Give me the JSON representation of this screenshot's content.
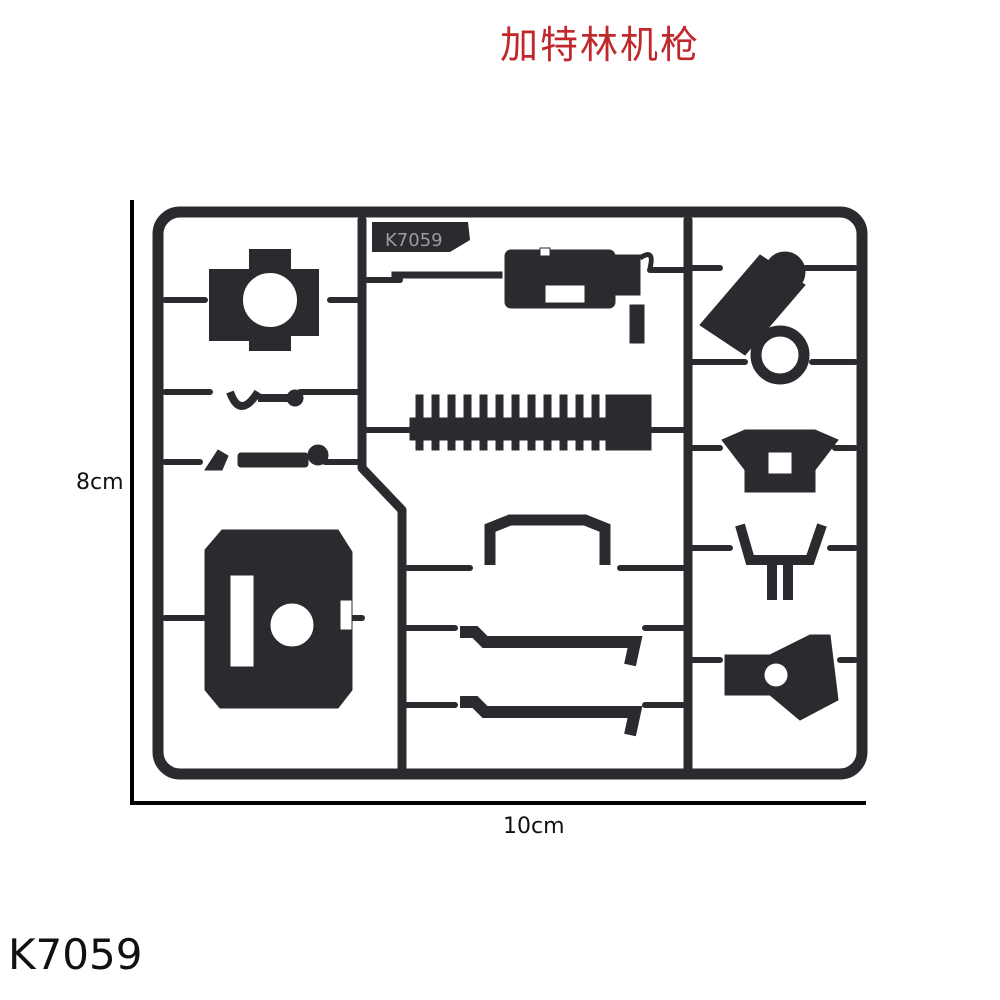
{
  "title": "加特林机枪",
  "dimensions": {
    "height_label": "8cm",
    "width_label": "10cm"
  },
  "product_code": "K7059",
  "sprue_tag": "K7059",
  "colors": {
    "title": "#c0282b",
    "sprue": "#2a2b2e",
    "text": "#111111"
  }
}
